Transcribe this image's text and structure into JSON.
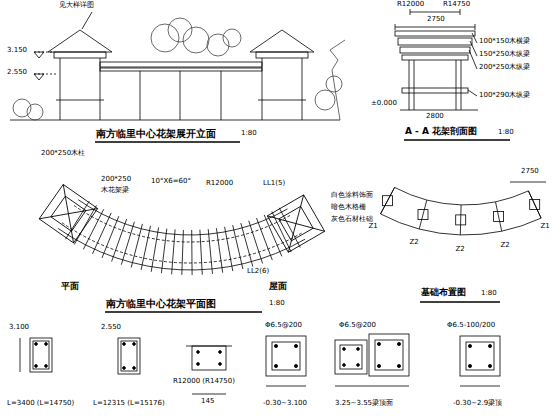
{
  "diagram": {
    "labels": [
      "见大样详图",
      "3.150",
      "2.550",
      "南方临里中心花架展开立面",
      "1:80",
      "R12000",
      "R14750",
      "2750",
      "100*150木横梁",
      "150*250木纵梁",
      "200*250木纵梁",
      "100*290木纵梁",
      "±0.000",
      "2800",
      "A - A 花架剖面图",
      "1:80",
      "200*250木柱",
      "10°X6=60°",
      "R12000",
      "200*250",
      "木花架梁",
      "LL1(5)",
      "LL2(6)",
      "白色涂料饰面",
      "暗色木格栅",
      "灰色石材柱础",
      "平面",
      "屋面",
      "南方临里中心花架平面图",
      "1:80",
      "基础布置图",
      "1:80",
      "Z1",
      "Z2",
      "Z2",
      "Z2",
      "Z1",
      "2750",
      "3.100",
      "L=3400 (L=14750)",
      "2.550",
      "L=12315 (L=15176)",
      "R12000 (R14750)",
      "145",
      "Φ6.5@200",
      "-0.30~3.100",
      "Φ6.5@200",
      "3.25~3.55梁顶面",
      "Φ6.5-100/200",
      "-0.30~2.9梁顶"
    ]
  }
}
